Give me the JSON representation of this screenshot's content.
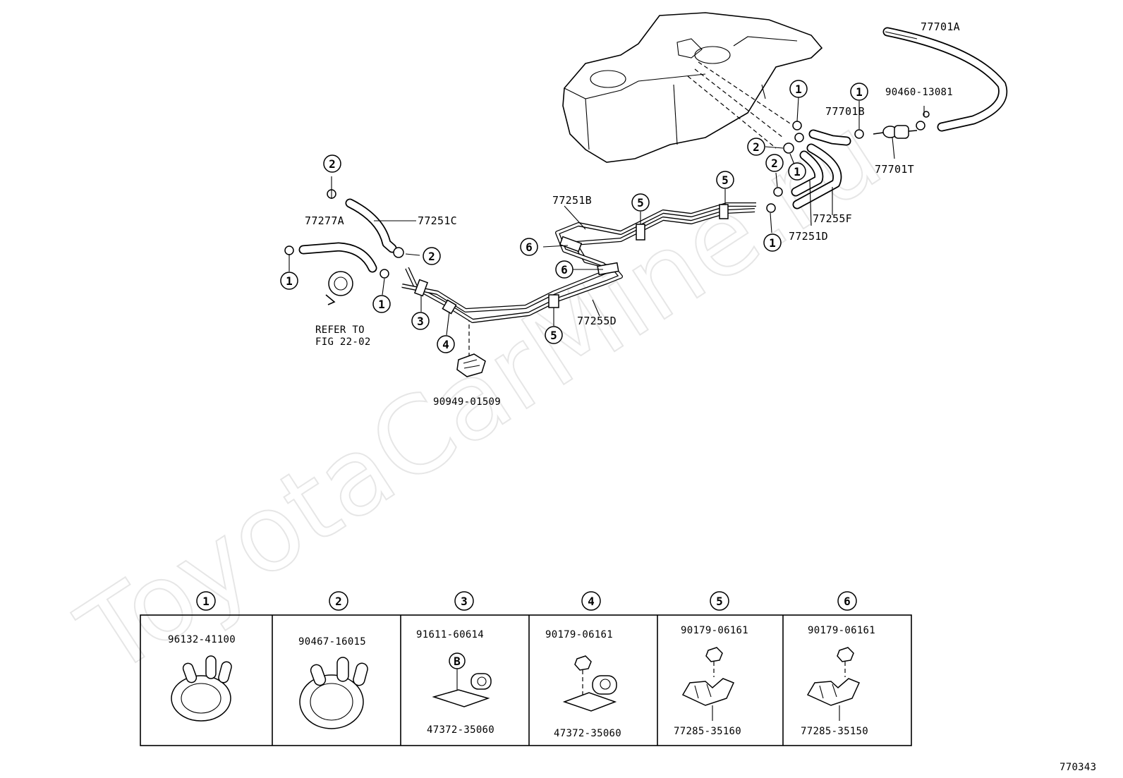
{
  "diagram": {
    "figure_code": "770343",
    "watermark": "ToyotaCarMine.ru",
    "part_labels": {
      "p77701A": "77701A",
      "p77701B": "77701B",
      "p90460": "90460-13081",
      "p77701T": "77701T",
      "p77255F": "77255F",
      "p77251D": "77251D",
      "p77251B": "77251B",
      "p77251C": "77251C",
      "p77277A": "77277A",
      "p77255D": "77255D",
      "p90949": "90949-01509",
      "refer1": "REFER TO",
      "refer2": "FIG 22-02"
    },
    "callouts": [
      "1",
      "2",
      "3",
      "4",
      "5",
      "6"
    ],
    "legend": [
      {
        "num": "1",
        "part_top": "96132-41100",
        "part_bottom": ""
      },
      {
        "num": "2",
        "part_top": "90467-16015",
        "part_bottom": ""
      },
      {
        "num": "3",
        "part_top": "91611-60614",
        "part_bottom": "47372-35060",
        "badge": "B"
      },
      {
        "num": "4",
        "part_top": "90179-06161",
        "part_bottom": "47372-35060"
      },
      {
        "num": "5",
        "part_top": "90179-06161",
        "part_bottom": "77285-35160"
      },
      {
        "num": "6",
        "part_top": "90179-06161",
        "part_bottom": "77285-35150"
      }
    ]
  }
}
